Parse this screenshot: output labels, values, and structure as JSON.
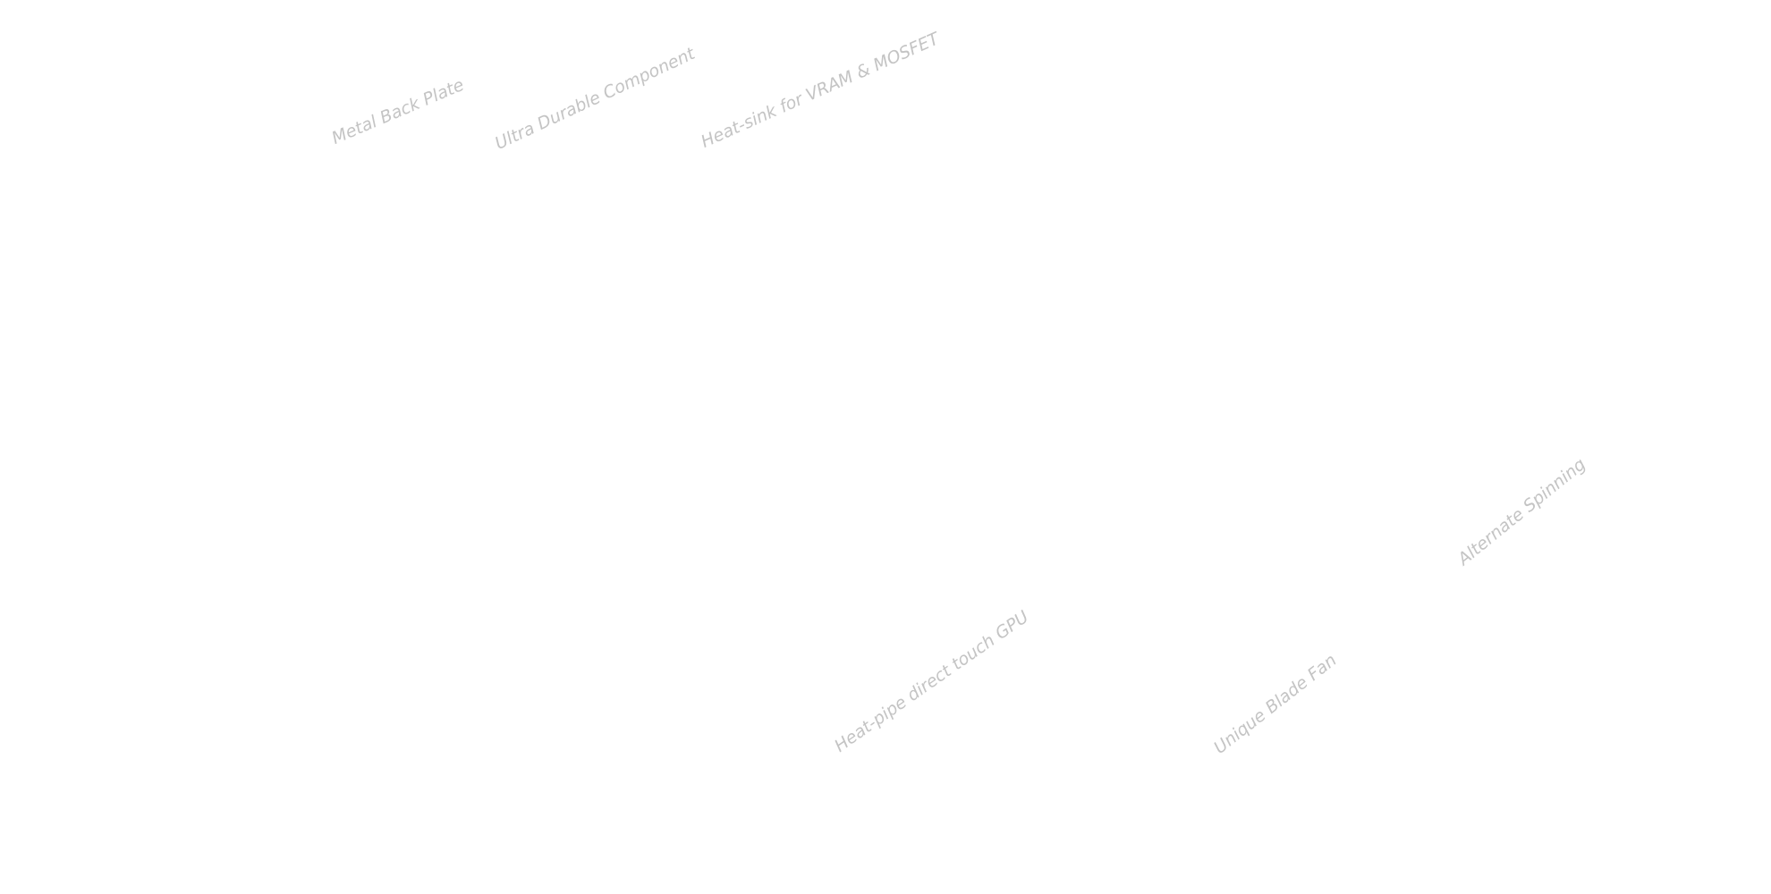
{
  "feature_labels": [
    "Metal Back Plate",
    "Ultra Durable Component",
    "Heat-sink for VRAM & MOSFET",
    "Alternate Spinning",
    "Heat-pipe direct touch GPU",
    "Unique Blade Fan"
  ],
  "colors": {
    "background": "#ffffff",
    "label": "#f2f2f2"
  }
}
